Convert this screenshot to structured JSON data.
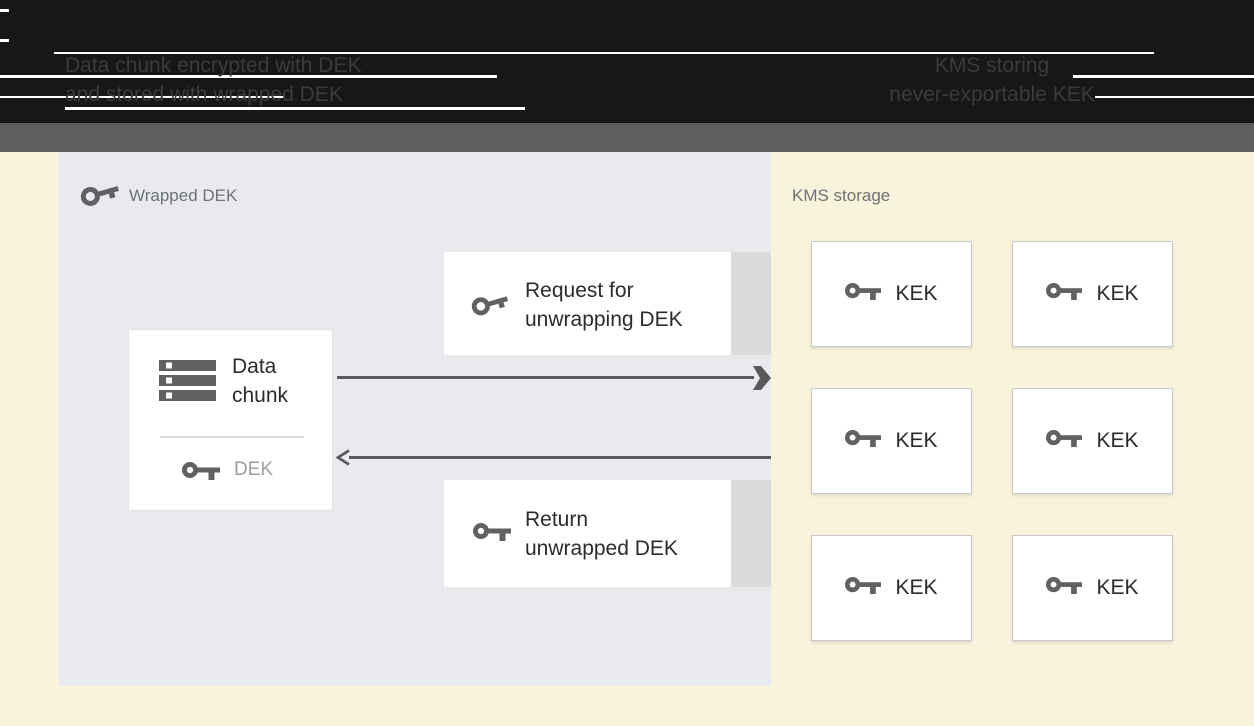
{
  "header": {
    "left_caption": [
      "Data chunk encrypted with DEK",
      "and stored with wrapped DEK"
    ],
    "right_caption": [
      "KMS storing",
      "never-exportable KEK"
    ]
  },
  "wrapped_dek_panel": {
    "title": "Wrapped DEK",
    "data_chunk_box": {
      "label": "Data chunk",
      "dek_label": "DEK"
    },
    "request_box_label": "Request for unwrapping DEK",
    "return_box_label": "Return unwrapped DEK"
  },
  "kms_panel": {
    "title": "KMS storage",
    "kek_labels": [
      "KEK",
      "KEK",
      "KEK",
      "KEK",
      "KEK",
      "KEK"
    ]
  },
  "icons": {
    "wrapped_key": "tilted-key-icon",
    "solid_key": "key-icon",
    "data_chunk": "storage-stack-icon",
    "request_arrow": "arrow-right-icon",
    "return_arrow": "arrow-left-icon"
  },
  "colors": {
    "header_bg": "#171717",
    "header_text": "#3B3B3D",
    "band": "#5E5E5E",
    "cream_bg": "#FAF3DC",
    "panel_bg": "#E8EAED",
    "box_side_strip": "#DBDBDB",
    "icon_gray": "#5F6163",
    "text_dark": "#2B2B2B",
    "text_muted": "#6F7275",
    "dek_text": "#9E9E9E",
    "arrow": "#595A5C"
  }
}
